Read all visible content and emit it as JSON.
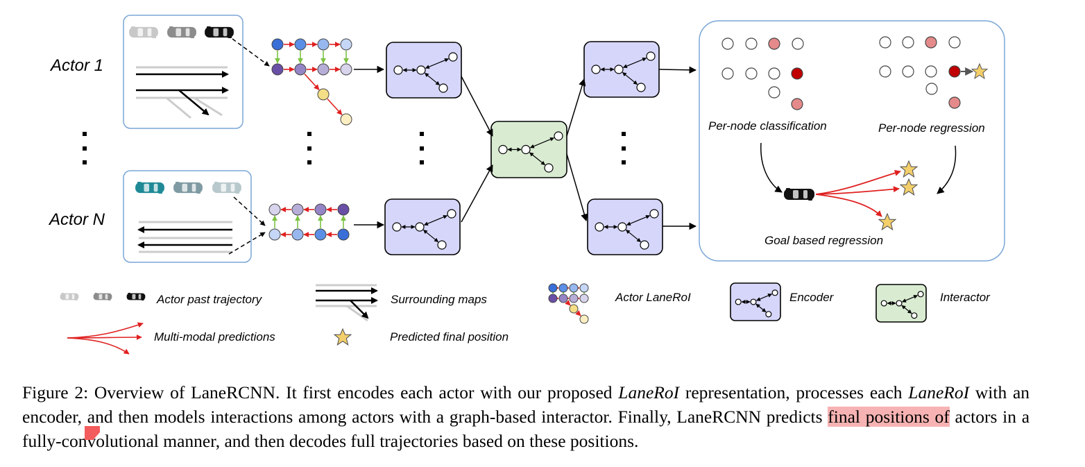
{
  "diagram": {
    "actor_labels": [
      "Actor 1",
      "Actor N"
    ],
    "panel_labels": {
      "classification": "Per-node classification",
      "regression": "Per-node regression",
      "goal": "Goal based regression"
    },
    "legend": {
      "past_trajectory": "Actor past trajectory",
      "surrounding_maps": "Surrounding maps",
      "lane_roi": "Actor LaneRoI",
      "encoder": "Encoder",
      "interactor": "Interactor",
      "multimodal": "Multi-modal predictions",
      "final_position": "Predicted final position"
    },
    "colors": {
      "encoder_fill": "#d6d6fb",
      "interactor_fill": "#d9ecd2",
      "panel_border": "#7aa6d6",
      "arrow_red": "#e02020",
      "arrow_green": "#7cc343",
      "node_dark_red": "#c00000",
      "node_light_red": "#e58a8a",
      "star_fill": "#f3cf6b"
    }
  },
  "caption": {
    "prefix": "Figure 2: Overview of LaneRCNN. It first encodes each actor with our proposed ",
    "term1": "LaneRoI",
    "part2": " representation, processes each ",
    "term2": "LaneRoI",
    "part3": " with an encoder, and then models interactions among actors with a graph-based interactor.  Finally, LaneRCNN predicts ",
    "highlight": "final positions of",
    "part4": " actors in a fully-convolutional manner, and then decodes full trajectories based on these positions."
  }
}
